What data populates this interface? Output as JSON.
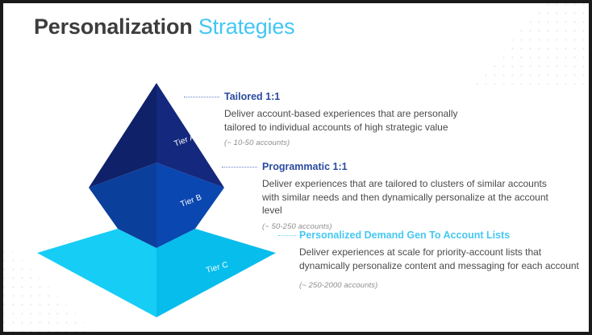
{
  "slide": {
    "title_main": "Personalization",
    "title_accent": "Strategies",
    "colors": {
      "title_main": "#3d3d3d",
      "title_accent": "#43c6f5",
      "tier_a_front": "#12297a",
      "tier_a_left": "#0e2169",
      "tier_b_front": "#0a47b0",
      "tier_b_left": "#0b3f9c",
      "tier_c_front": "#11c3ef",
      "tier_c_left": "#16cdf6",
      "heading_blue": "#2b4ba0",
      "heading_cyan": "#45c8f2",
      "body_text": "#4a4a4a",
      "note_text": "#8d8d8d",
      "dot_pattern": "#e9ebee",
      "border": "#1a1a1a"
    }
  },
  "pyramid": {
    "tiers": [
      {
        "id": "tier-a",
        "label": "Tier A"
      },
      {
        "id": "tier-b",
        "label": "Tier B"
      },
      {
        "id": "tier-c",
        "label": "Tier C"
      }
    ]
  },
  "tiers": [
    {
      "id": "a",
      "heading": "Tailored 1:1",
      "body": "Deliver account-based experiences that are personally tailored to individual accounts of high strategic value",
      "note": "(~ 10-50 accounts)"
    },
    {
      "id": "b",
      "heading": "Programmatic 1:1",
      "body": "Deliver experiences that are tailored to clusters of similar accounts with similar needs and then dynamically personalize at the account level",
      "note": "(~ 50-250 accounts)"
    },
    {
      "id": "c",
      "heading": "Personalized Demand Gen To Account Lists",
      "body": "Deliver experiences at scale for priority-account lists that dynamically personalize content and messaging for each account",
      "note": "(~ 250-2000 accounts)"
    }
  ]
}
